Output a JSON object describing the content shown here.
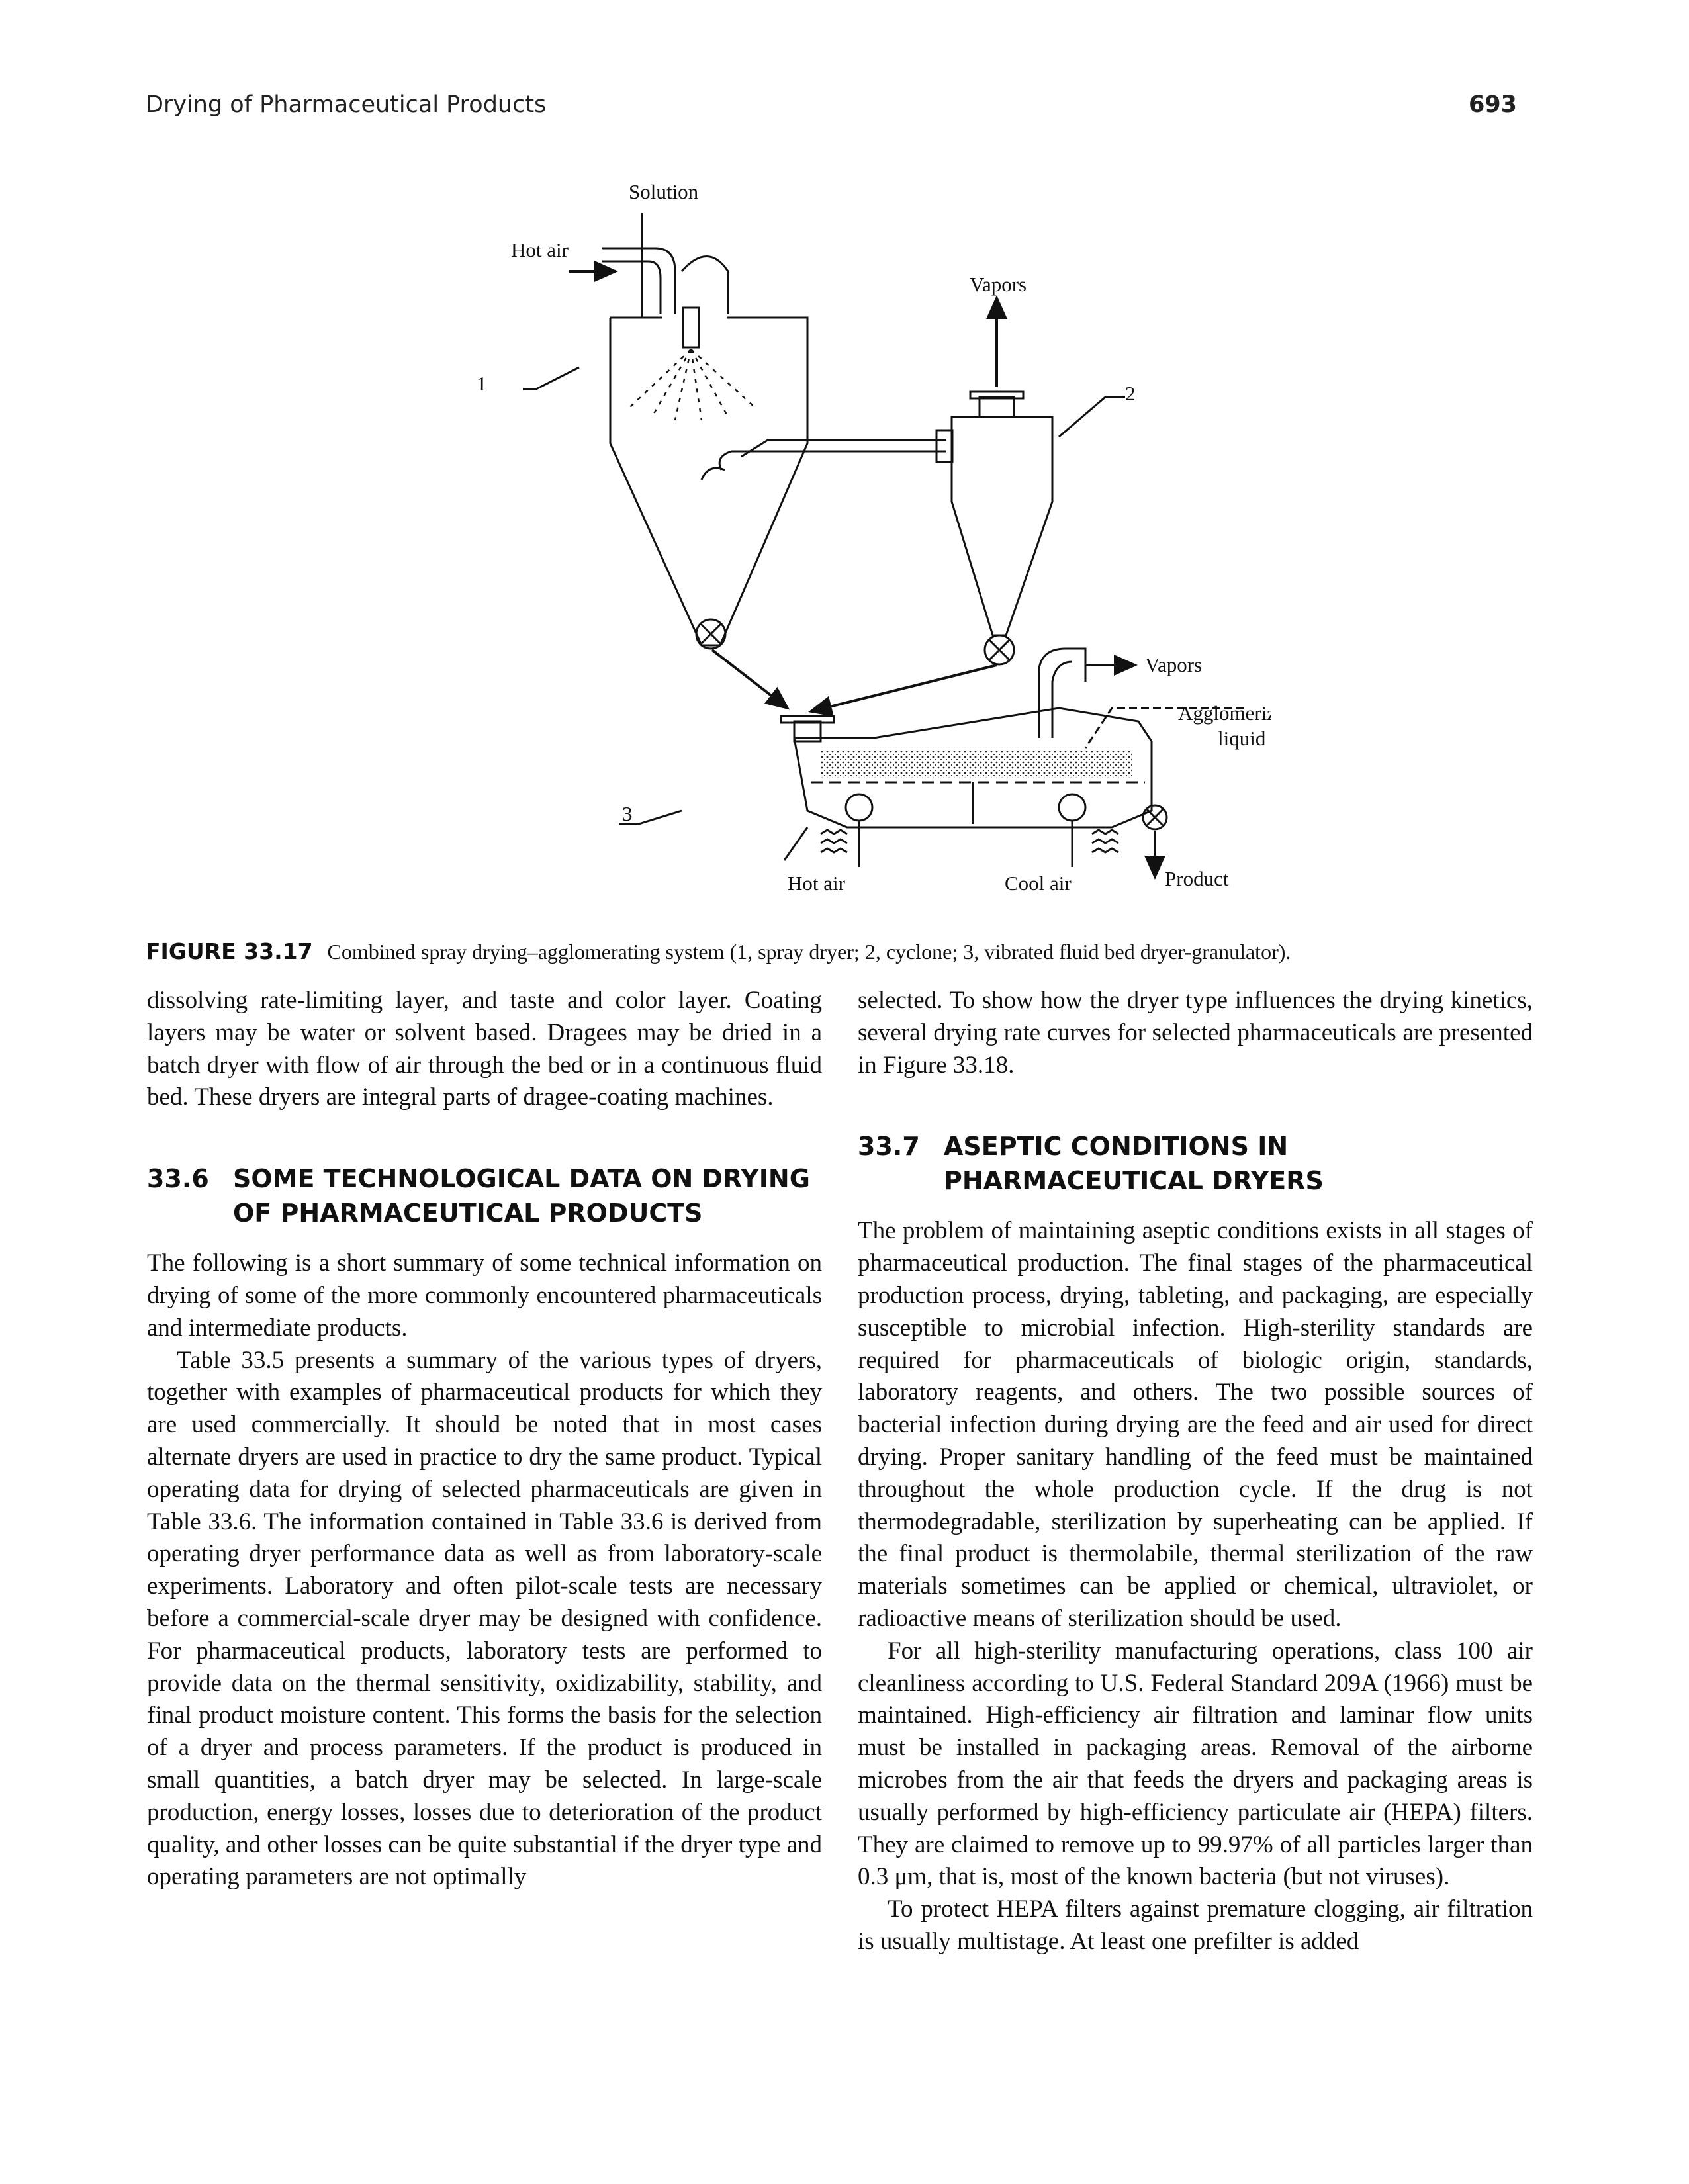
{
  "header": {
    "running_title": "Drying of Pharmaceutical Products",
    "page_number": "693"
  },
  "figure": {
    "labels": {
      "solution": "Solution",
      "hot_air_top": "Hot air",
      "vapors_top": "Vapors",
      "num_1": "1",
      "num_2": "2",
      "num_3": "3",
      "vapors_right": "Vapors",
      "agglomerizing_line1": "Agglomerizing",
      "agglomerizing_line2": "liquid",
      "hot_air_bottom": "Hot air",
      "cool_air": "Cool air",
      "product": "Product"
    },
    "caption_label": "FIGURE 33.17",
    "caption_text": "Combined spray drying–agglomerating system (1, spray dryer; 2, cyclone; 3, vibrated fluid bed dryer-granulator)."
  },
  "left_column": {
    "p1": "dissolving rate-limiting layer, and taste and color layer. Coating layers may be water or solvent based. Dragees may be dried in a batch dryer with flow of air through the bed or in a continuous fluid bed. These dryers are integral parts of dragee-coating machines.",
    "section_number": "33.6",
    "section_title": "SOME TECHNOLOGICAL DATA ON DRYING OF PHARMACEUTICAL PRODUCTS",
    "p2": "The following is a short summary of some technical information on drying of some of the more commonly encountered pharmaceuticals and intermediate products.",
    "p3": "Table 33.5 presents a summary of the various types of dryers, together with examples of pharmaceutical products for which they are used commercially. It should be noted that in most cases alternate dryers are used in practice to dry the same product. Typical operating data for drying of selected pharmaceuticals are given in Table 33.6. The information contained in Table 33.6 is derived from operating dryer performance data as well as from laboratory-scale experiments. Laboratory and often pilot-scale tests are necessary before a commercial-scale dryer may be designed with confidence. For pharmaceutical products, laboratory tests are performed to provide data on the thermal sensitivity, oxidizability, stability, and final product moisture content. This forms the basis for the selection of a dryer and process parameters. If the product is produced in small quantities, a batch dryer may be selected. In large-scale production, energy losses, losses due to deterioration of the product quality, and other losses can be quite substantial if the dryer type and operating parameters are not optimally"
  },
  "right_column": {
    "p1": "selected. To show how the dryer type influences the drying kinetics, several drying rate curves for selected pharmaceuticals are presented in Figure 33.18.",
    "section_number": "33.7",
    "section_title": "ASEPTIC CONDITIONS IN PHARMACEUTICAL DRYERS",
    "p2": "The problem of maintaining aseptic conditions exists in all stages of pharmaceutical production. The final stages of the pharmaceutical production process, drying, tableting, and packaging, are especially susceptible to microbial infection. High-sterility standards are required for pharmaceuticals of biologic origin, standards, laboratory reagents, and others. The two possible sources of bacterial infection during drying are the feed and air used for direct drying. Proper sanitary handling of the feed must be maintained throughout the whole production cycle. If the drug is not thermodegradable, sterilization by superheating can be applied. If the final product is thermolabile, thermal sterilization of the raw materials sometimes can be applied or chemical, ultraviolet, or radioactive means of sterilization should be used.",
    "p3": "For all high-sterility manufacturing operations, class 100 air cleanliness according to U.S. Federal Standard 209A (1966) must be maintained. High-efficiency air filtration and laminar flow units must be installed in packaging areas. Removal of the airborne microbes from the air that feeds the dryers and packaging areas is usually performed by high-efficiency particulate air (HEPA) filters. They are claimed to remove up to 99.97% of all particles larger than 0.3 μm, that is, most of the known bacteria (but not viruses).",
    "p4": "To protect HEPA filters against premature clogging, air filtration is usually multistage. At least one prefilter is added"
  }
}
